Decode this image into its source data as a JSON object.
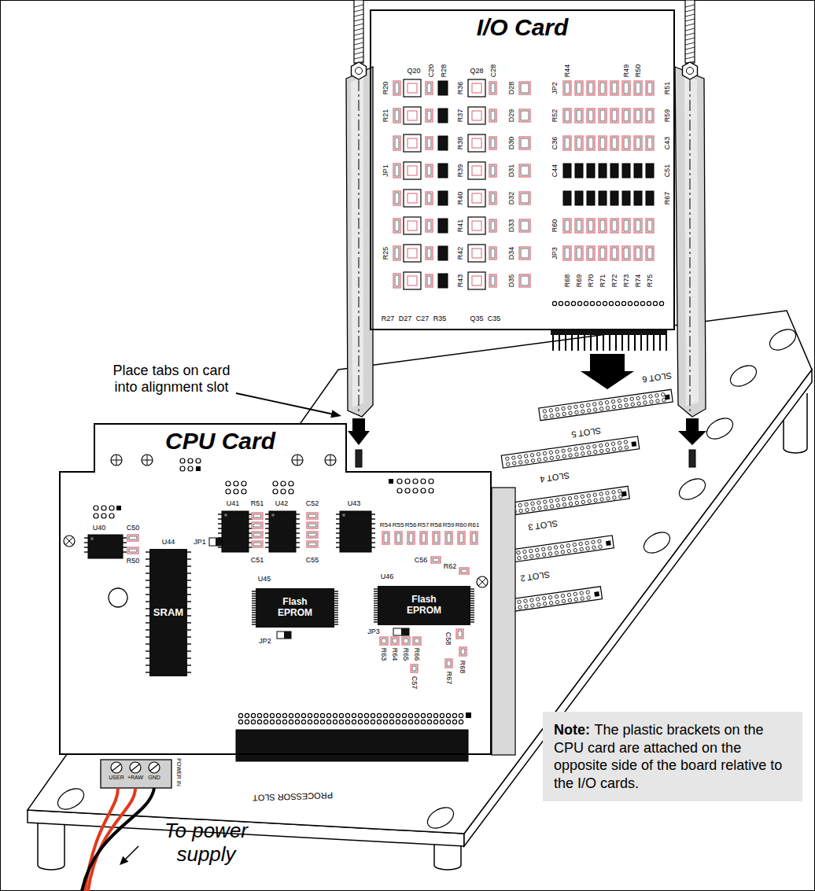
{
  "diagram": {
    "nodes": [
      {
        "text": [
          "I/O Card"
        ]
      },
      {
        "text": [
          "CPU Card"
        ]
      },
      {
        "text": [
          "SRAM"
        ],
        "in": 1
      },
      {
        "text": [
          "Flash EPROM"
        ],
        "in": 1
      },
      {
        "text": [
          "Flash EPROM"
        ],
        "in": 1
      },
      {
        "text": [
          "Note:",
          "The plastic brackets on the CPU card are attached on the opposite side of the board relative to the I/O cards."
        ]
      }
    ],
    "labels": [
      "SLOT 6",
      "SLOT 5",
      "SLOT 4",
      "SLOT 3",
      "SLOT 2",
      "PROCESSOR SLOT",
      "USER",
      "+RAW",
      "GND",
      "POWER IN",
      "U40",
      "C50",
      "R50",
      "JP1",
      "U41",
      "R51",
      "U42",
      "C52",
      "U43",
      "C51",
      "C55",
      "R54",
      "R55",
      "R56",
      "R57",
      "R58",
      "R59",
      "R60",
      "R61",
      "U44",
      "U45",
      "U46",
      "C56",
      "R62",
      "JP2",
      "JP3",
      "R63",
      "R64",
      "R65",
      "R66",
      "C57",
      "C58",
      "R67",
      "R68",
      "R20",
      "Q20",
      "C20",
      "R28",
      "R36",
      "Q28",
      "C28",
      "D28",
      "R44",
      "R49",
      "R50",
      "JP2",
      "R51",
      "R21",
      "R37",
      "D29",
      "R52",
      "R59",
      "R38",
      "D30",
      "C36",
      "C43",
      "JP1",
      "R39",
      "D31",
      "C44",
      "C51",
      "R40",
      "D32",
      "R67",
      "R41",
      "D33",
      "R60",
      "R25",
      "R42",
      "D34",
      "JP3",
      "R43",
      "D35",
      "R68",
      "R69",
      "R70",
      "R71",
      "R72",
      "R73",
      "R74",
      "R75",
      "R27",
      "D27",
      "C27",
      "R35",
      "Q35",
      "C35",
      "Place tabs on card into alignment slot",
      "To power supply"
    ]
  }
}
